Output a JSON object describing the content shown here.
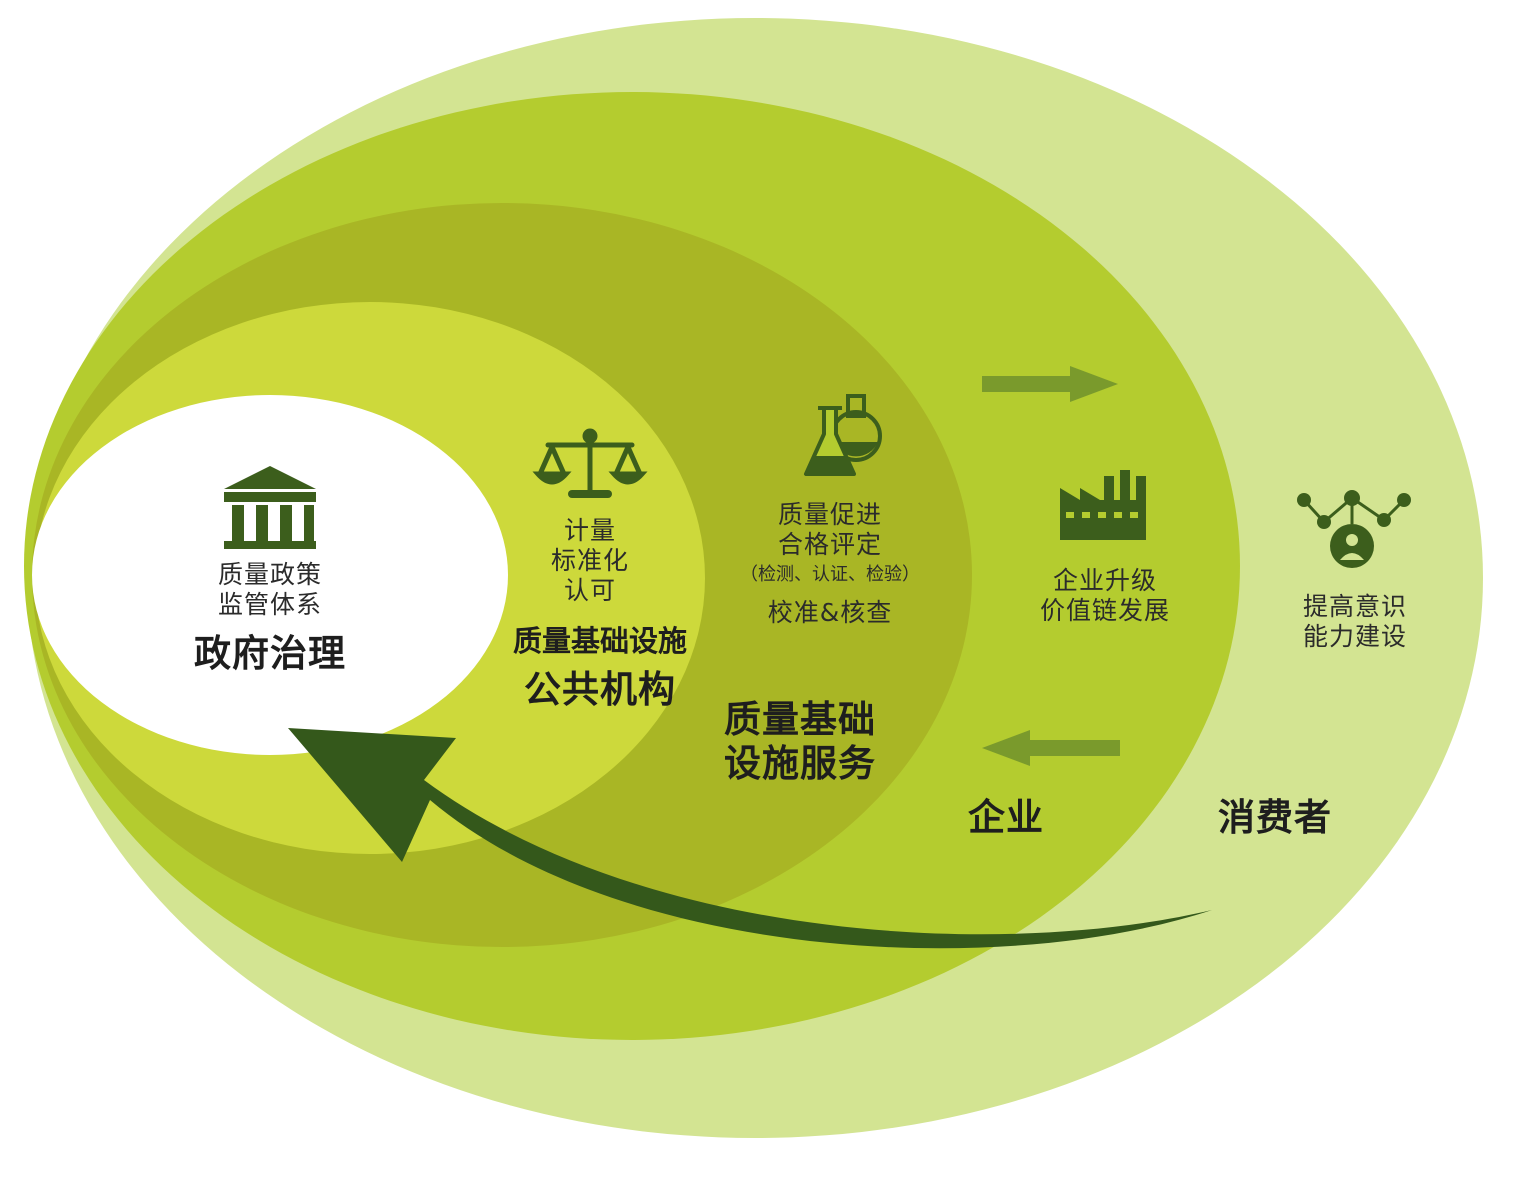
{
  "colors": {
    "background": "#ffffff",
    "consumer_layer": "#d3e492",
    "enterprise_layer": "#b4cc2f",
    "service_layer": "#a9b625",
    "public_layer": "#cdd93b",
    "government_core": "#ffffff",
    "icon_green": "#3c5e1c",
    "arrow_dark": "#34581b",
    "arrow_light": "#7a9a2c"
  },
  "government": {
    "icon": "government-building-icon",
    "line1": "质量政策",
    "line2": "监管体系",
    "title": "政府治理"
  },
  "public_institutions": {
    "icon": "balance-scale-icon",
    "line1": "计量",
    "line2": "标准化",
    "line3": "认可",
    "title_line1": "质量基础设施",
    "title_line2": "公共机构"
  },
  "services": {
    "icon": "lab-flask-icon",
    "line1": "质量促进",
    "line2": "合格评定",
    "line3": "（检测、认证、检验）",
    "line4": "校准&核查",
    "title_line1": "质量基础",
    "title_line2": "设施服务"
  },
  "enterprise": {
    "icon": "factory-icon",
    "line1": "企业升级",
    "line2": "价值链发展",
    "title": "企业",
    "arrow_right_icon": "arrow-right-icon",
    "arrow_left_icon": "arrow-left-icon"
  },
  "consumer": {
    "icon": "people-network-icon",
    "line1": "提高意识",
    "line2": "能力建设",
    "title": "消费者"
  },
  "feedback_arrow_icon": "curved-feedback-arrow-icon"
}
